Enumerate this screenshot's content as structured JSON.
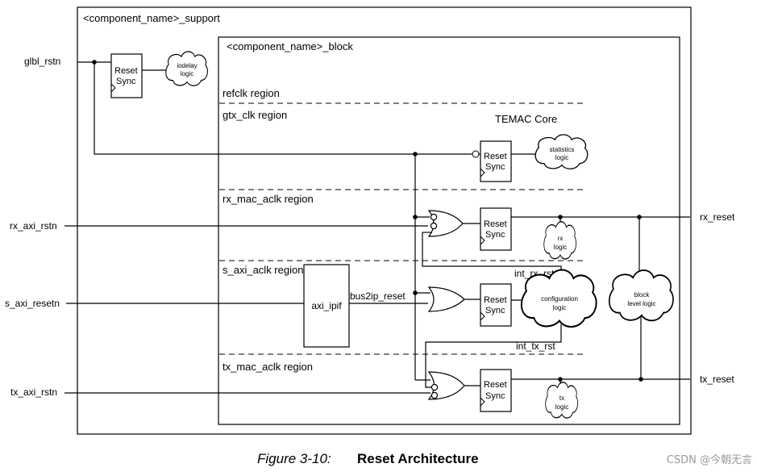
{
  "outer_block": {
    "title": "<component_name>_support"
  },
  "inner_block": {
    "title": "<component_name>_block"
  },
  "core_label": "TEMAC Core",
  "regions": {
    "refclk": "refclk region",
    "gtx_clk": "gtx_clk region",
    "rx_mac_aclk": "rx_mac_aclk region",
    "s_axi_aclk": "s_axi_aclk region",
    "tx_mac_aclk": "tx_mac_aclk region"
  },
  "inputs": {
    "glbl_rstn": "glbl_rstn",
    "rx_axi_rstn": "rx_axi_rstn",
    "s_axi_resetn": "s_axi_resetn",
    "tx_axi_rstn": "tx_axi_rstn"
  },
  "outputs": {
    "rx_reset": "rx_reset",
    "tx_reset": "tx_reset"
  },
  "reset_sync": {
    "line1": "Reset",
    "line2": "Sync"
  },
  "axi_ipif": "axi_ipif",
  "signals": {
    "bus2ip_reset": "bus2ip_reset",
    "int_rx_rst": "int_rx_rst",
    "int_tx_rst": "int_tx_rst"
  },
  "clouds": {
    "iodelay": {
      "line1": "iodelay",
      "line2": "logic"
    },
    "statistics": {
      "line1": "statistics",
      "line2": "logic"
    },
    "rx": {
      "line1": "rx",
      "line2": "logic"
    },
    "configuration": {
      "line1": "configuration",
      "line2": "logic"
    },
    "tx": {
      "line1": "tx",
      "line2": "logic"
    },
    "block_level": {
      "line1": "block",
      "line2": "level logic"
    }
  },
  "caption": {
    "number": "Figure 3-10:",
    "title": "Reset Architecture"
  },
  "watermark": "CSDN @今朝无言"
}
